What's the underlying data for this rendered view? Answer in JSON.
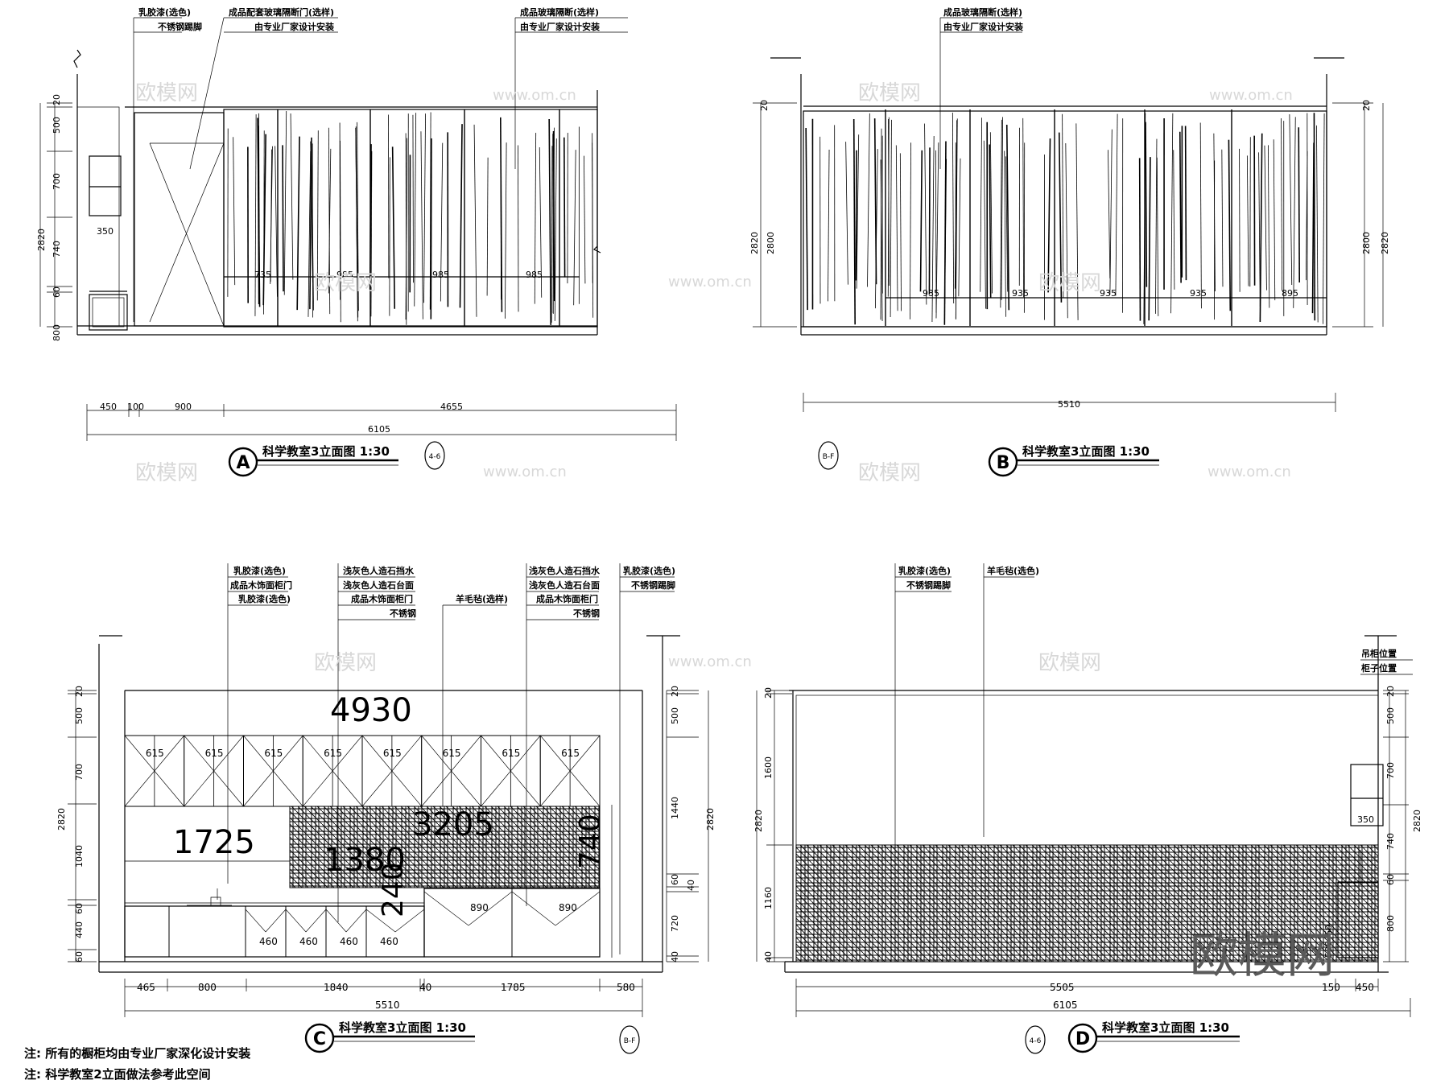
{
  "watermarks": {
    "site": "www.om.cn",
    "brand": "欧模网"
  },
  "notes": [
    "注: 所有的橱柜均由专业厂家深化设计安装",
    "注: 科学教室2立面做法参考此空间"
  ],
  "views": {
    "A": {
      "letter": "A",
      "title": "科学教室3立面图 1:30",
      "axis": "4-6",
      "callouts": [
        "乳胶漆(选色)",
        "不锈钢踢脚",
        "成品配套玻璃隔断门(选样)",
        "由专业厂家设计安装",
        "成品玻璃隔断(选样)",
        "由专业厂家设计安装"
      ],
      "dims_left": [
        "20",
        "500",
        "700",
        "740",
        "60",
        "800"
      ],
      "dim_total": "2820",
      "dims_bottom": [
        "450",
        "100",
        "900",
        "4655"
      ],
      "dim_bottom_total": "6105",
      "dims_inside": [
        "735",
        "985",
        "985",
        "985"
      ],
      "cabinet_width": "350"
    },
    "B": {
      "letter": "B",
      "title": "科学教室3立面图 1:30",
      "axis": "B-F",
      "callouts": [
        "成品玻璃隔断(选样)",
        "由专业厂家设计安装"
      ],
      "dims_left": [
        "20",
        "2800",
        "2820"
      ],
      "dims_right": [
        "20",
        "2800",
        "2820"
      ],
      "dims_bottom": [
        "5510"
      ],
      "dims_inside": [
        "935",
        "935",
        "935",
        "935",
        "895"
      ]
    },
    "C": {
      "letter": "C",
      "title": "科学教室3立面图 1:30",
      "axis": "B-F",
      "callouts1": [
        "乳胶漆(选色)",
        "成品木饰面柜门",
        "乳胶漆(选色)"
      ],
      "callouts2": [
        "浅灰色人造石挡水",
        "浅灰色人造石台面",
        "成品木饰面柜门",
        "不锈钢"
      ],
      "callouts3": [
        "羊毛毡(选样)"
      ],
      "callouts4": [
        "浅灰色人造石挡水",
        "浅灰色人造石台面",
        "成品木饰面柜门",
        "不锈钢"
      ],
      "callouts5": [
        "乳胶漆(选色)",
        "不锈钢踢脚"
      ],
      "dims_left": [
        "20",
        "500",
        "700",
        "1040",
        "60",
        "440",
        "60"
      ],
      "dim_total": "2820",
      "dims_right": [
        "20",
        "500",
        "1440",
        "60",
        "40",
        "720",
        "40"
      ],
      "dim_right_total": "2820",
      "dims_bottom": [
        "465",
        "800",
        "1840",
        "40",
        "1785",
        "580"
      ],
      "dim_bottom_total": "5510",
      "upper_cab": [
        "615",
        "615",
        "615",
        "615",
        "615",
        "615",
        "615",
        "615"
      ],
      "lower_cab": [
        "460",
        "460",
        "460",
        "460"
      ],
      "lower_cab_right": [
        "890",
        "890"
      ],
      "big": [
        "4930",
        "1725",
        "1380",
        "3205",
        "240",
        "740"
      ]
    },
    "D": {
      "letter": "D",
      "title": "科学教室3立面图 1:30",
      "axis": "4-6",
      "callouts": [
        "乳胶漆(选色)",
        "不锈钢踢脚",
        "羊毛毡(选色)"
      ],
      "callouts_right": [
        "吊柜位置",
        "柜子位置"
      ],
      "dims_left": [
        "20",
        "1600",
        "1160",
        "40"
      ],
      "dim_total": "2820",
      "dims_right": [
        "20",
        "500",
        "700",
        "740",
        "60",
        "800"
      ],
      "dim_right_total": "2820",
      "dims_bottom": [
        "5505",
        "150",
        "450"
      ],
      "dim_bottom_total": "6105",
      "inner": [
        "350",
        "500",
        "60"
      ]
    }
  }
}
